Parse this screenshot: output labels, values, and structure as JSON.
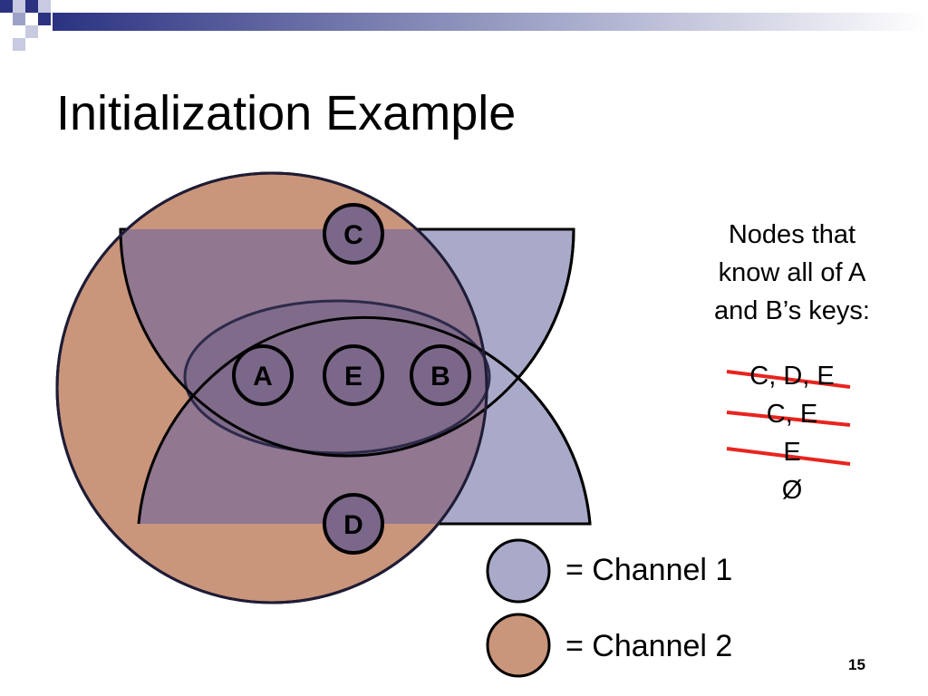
{
  "slide": {
    "title": "Initialization Example",
    "page_number": "15"
  },
  "nodes": {
    "C": "C",
    "A": "A",
    "E": "E",
    "B": "B",
    "D": "D"
  },
  "notes": {
    "line1": "Nodes that",
    "line2": "know all of A",
    "line3": "and B’s keys:",
    "keys": [
      "C, D, E",
      "C, E",
      "E",
      "Ø"
    ],
    "struck_keys_count": 3
  },
  "legend": {
    "channel1": "= Channel 1",
    "channel2": "= Channel 2"
  },
  "colors": {
    "channel1": "#a9aac9",
    "channel2": "#c9957b",
    "overlap": "#7b678a",
    "strike": "#e8241e",
    "header_accent": "#2b3281"
  }
}
